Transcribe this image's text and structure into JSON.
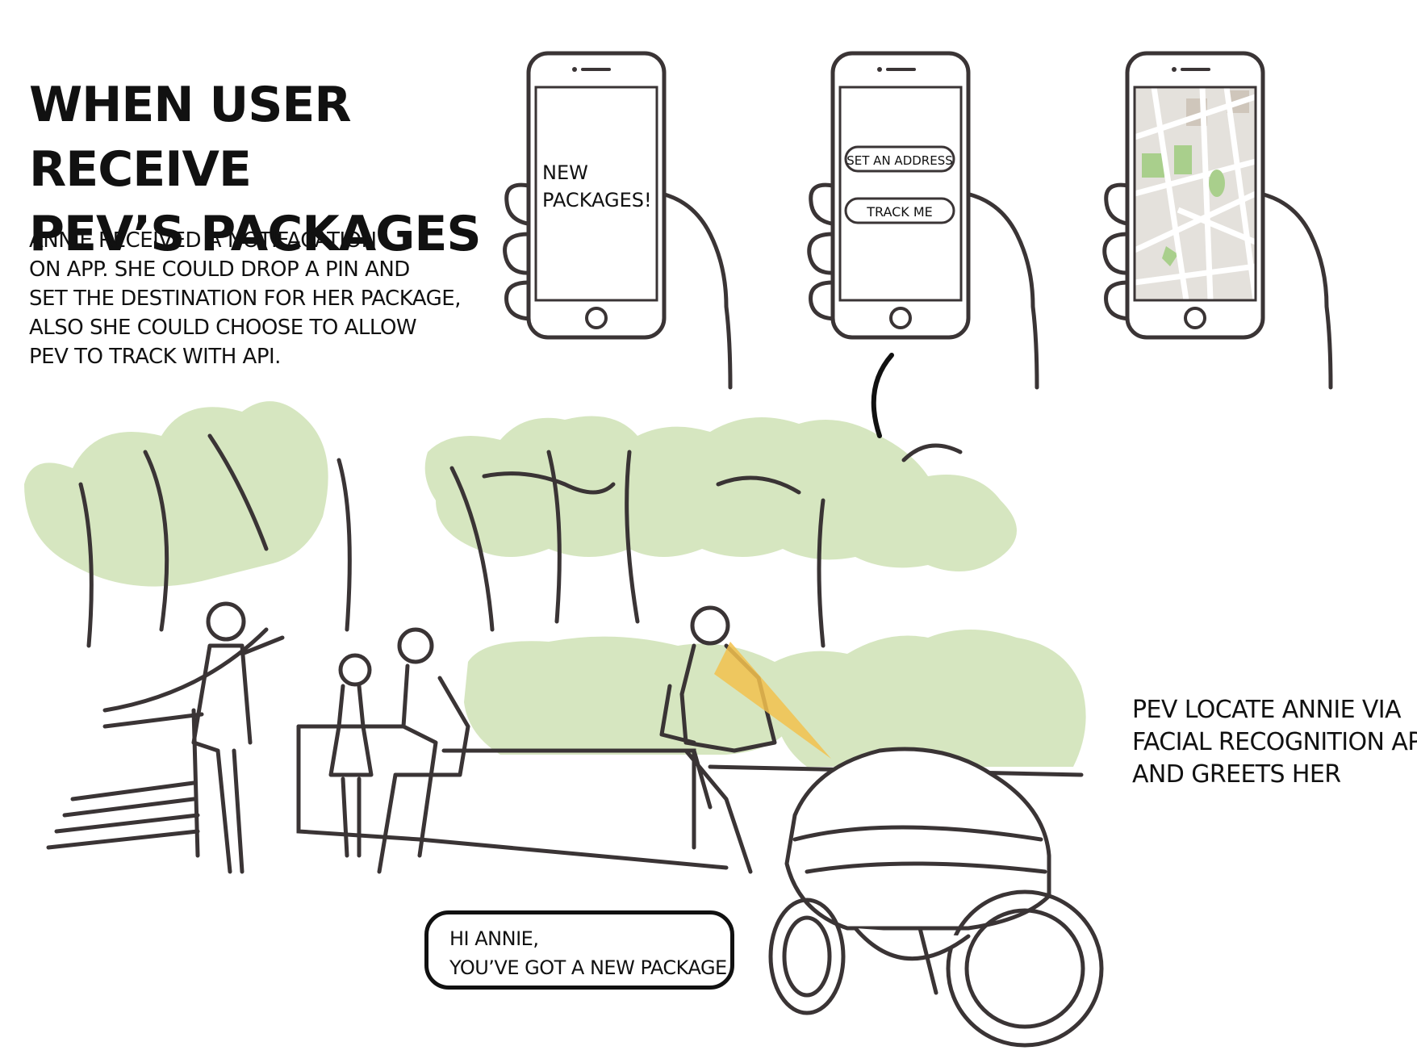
{
  "title": {
    "line1": "WHEN USER RECEIVE",
    "line2": "PEV’S PACKAGES"
  },
  "description": [
    "ANNIE RECEIVED A NOTIFACATION",
    "ON APP. SHE COULD DROP A PIN AND",
    "SET THE DESTINATION FOR HER PACKAGE,",
    "ALSO SHE COULD CHOOSE TO ALLOW",
    "PEV TO TRACK WITH API."
  ],
  "phones": {
    "phone1": {
      "line1": "NEW",
      "line2": "PACKAGES!"
    },
    "phone2": {
      "set_address_label": "SET AN ADDRESS",
      "track_me_label": "TRACK ME"
    },
    "phone3": {
      "screen": "map"
    }
  },
  "side_caption": [
    "PEV LOCATE ANNIE VIA",
    "FACIAL RECOGNITION API",
    "AND GREETS HER"
  ],
  "speech_bubble": {
    "line1": "HI ANNIE,",
    "line2": "YOU’VE GOT A NEW PACKAGE"
  },
  "colors": {
    "ink": "#3a3435",
    "foliage": "#d6e6c0",
    "highlight": "#f2c14e",
    "map_background": "#e4e1dc",
    "map_park": "#a9cf8c"
  },
  "icons": [
    "hand-holding-phone",
    "park-trees",
    "people",
    "delivery-robot"
  ]
}
